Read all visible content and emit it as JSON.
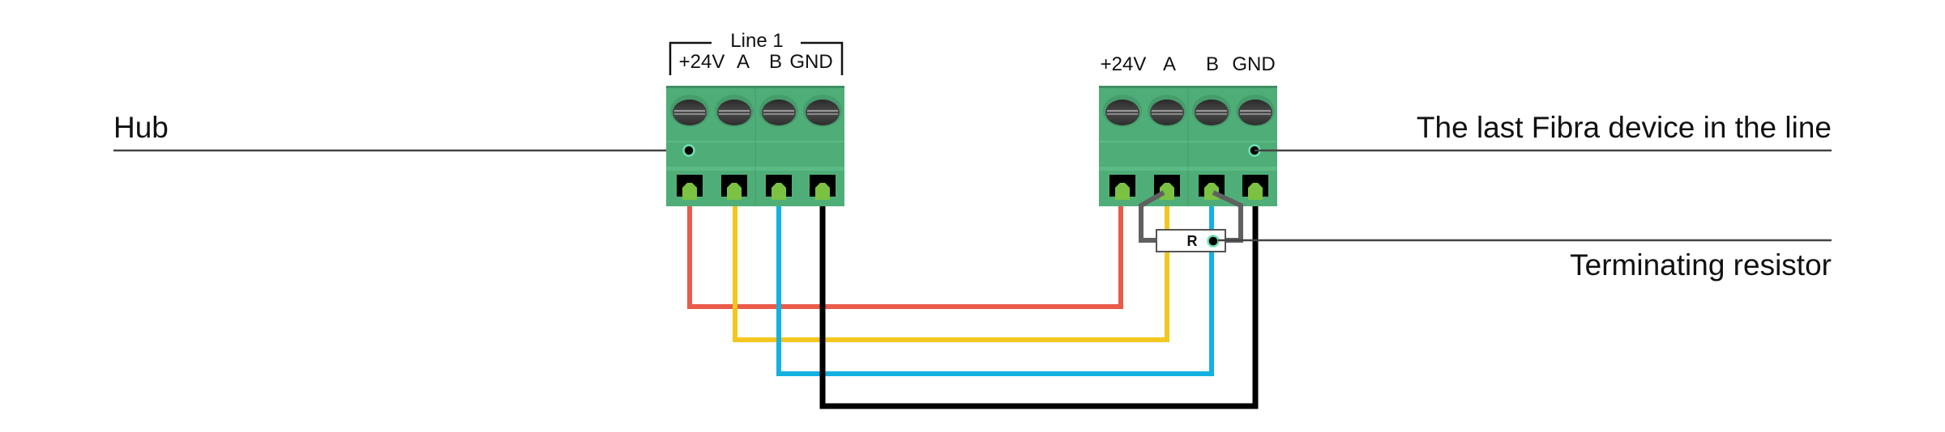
{
  "diagram": {
    "type": "wiring",
    "colors": {
      "block_green": "#4fae78",
      "block_green_light": "#5bbb85",
      "block_green_dark": "#3f8f63",
      "screw": "#3c3c3c",
      "socket": "#000000",
      "pin": "#7bc142",
      "dot_ring": "#6ee0b0",
      "leader": "#444444",
      "resistor_lead": "#606060",
      "wire_24v": "#e95b4a",
      "wire_a": "#f4c61f",
      "wire_b": "#14b1e0",
      "wire_gnd": "#000000"
    },
    "hub": {
      "label": "Hub",
      "group_label": "Line 1",
      "terminals": [
        "+24V",
        "A",
        "B",
        "GND"
      ]
    },
    "device": {
      "label": "The last Fibra device in the line",
      "terminals": [
        "+24V",
        "A",
        "B",
        "GND"
      ]
    },
    "resistor": {
      "label": "Terminating resistor",
      "symbol": "R",
      "connects": [
        "A",
        "B"
      ]
    },
    "wires": [
      {
        "name": "+24V",
        "from": "hub.+24V",
        "to": "device.+24V",
        "color_key": "wire_24v"
      },
      {
        "name": "A",
        "from": "hub.A",
        "to": "device.A",
        "color_key": "wire_a"
      },
      {
        "name": "B",
        "from": "hub.B",
        "to": "device.B",
        "color_key": "wire_b"
      },
      {
        "name": "GND",
        "from": "hub.GND",
        "to": "device.GND",
        "color_key": "wire_gnd"
      }
    ]
  }
}
